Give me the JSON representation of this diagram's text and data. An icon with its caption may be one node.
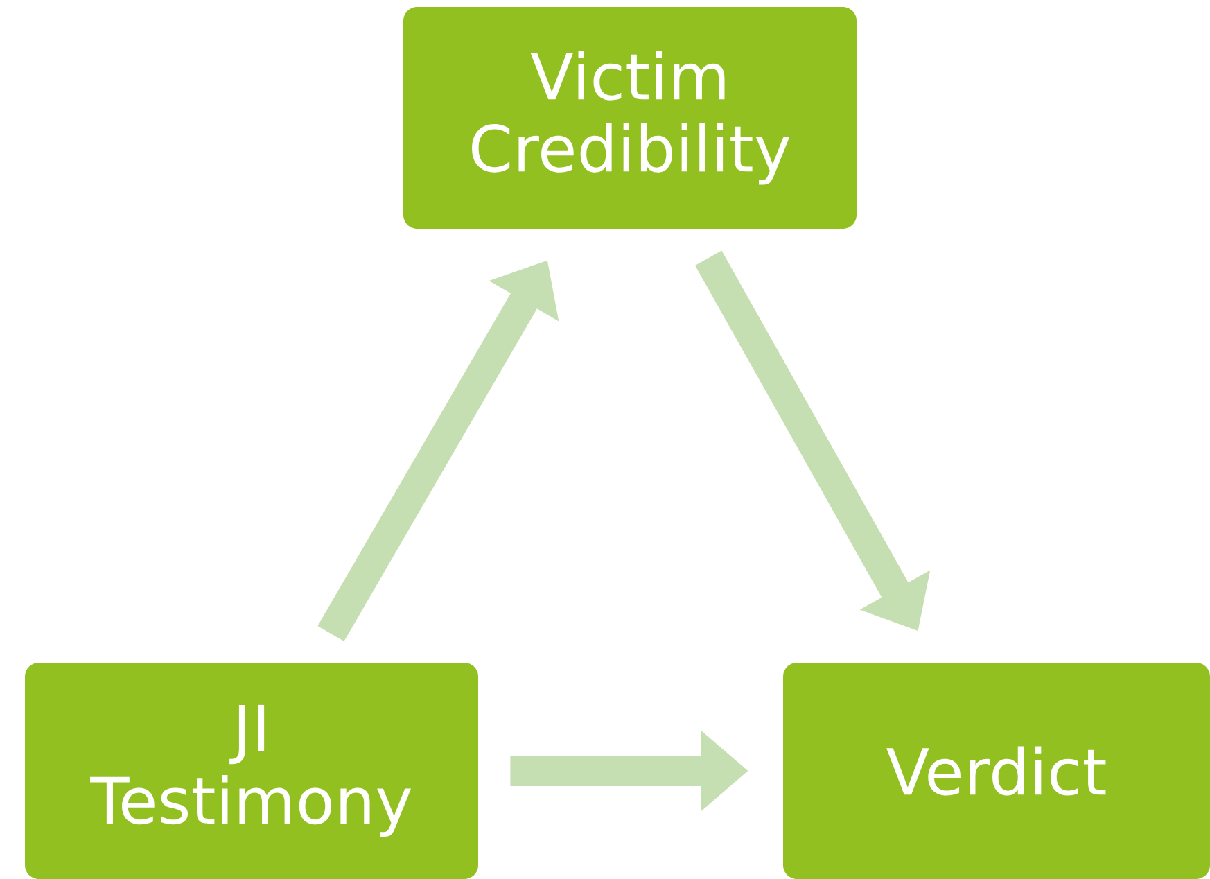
{
  "diagram": {
    "nodes": [
      {
        "text": [
          "Victim Credibility"
        ]
      },
      {
        "text": [
          "JI Testimony"
        ]
      },
      {
        "text": [
          "Verdict"
        ]
      }
    ],
    "edges": [
      {
        "from": 1,
        "to": 0,
        "arrow": "to"
      },
      {
        "from": 0,
        "to": 2,
        "arrow": "to"
      },
      {
        "from": 1,
        "to": 2,
        "arrow": "to"
      }
    ]
  }
}
